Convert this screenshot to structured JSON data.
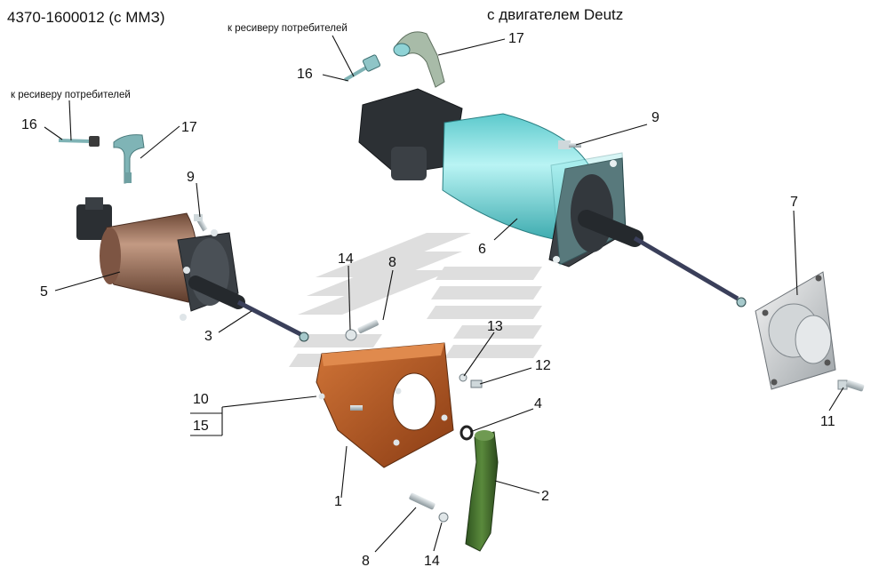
{
  "header": {
    "title_left": "4370-1600012 (с ММЗ)",
    "title_right": "с двигателем Deutz"
  },
  "notes": {
    "to_receiver": "к ресиверу потребителей"
  },
  "callouts": {
    "c1": "1",
    "c2": "2",
    "c3": "3",
    "c4": "4",
    "c5": "5",
    "c6": "6",
    "c7": "7",
    "c8": "8",
    "c9": "9",
    "c10": "10",
    "c11": "11",
    "c12": "12",
    "c13": "13",
    "c14": "14",
    "c15": "15",
    "c16": "16",
    "c17": "17"
  },
  "colors": {
    "bracket": "#b8561f",
    "lever": "#3f6a2a",
    "cylinder_left": "#9b6b52",
    "cylinder_right": "#7fe0e0",
    "watermark": "#d9d9d9",
    "hardware": "#b9c4c8",
    "pipe": "#8fb8b8"
  }
}
